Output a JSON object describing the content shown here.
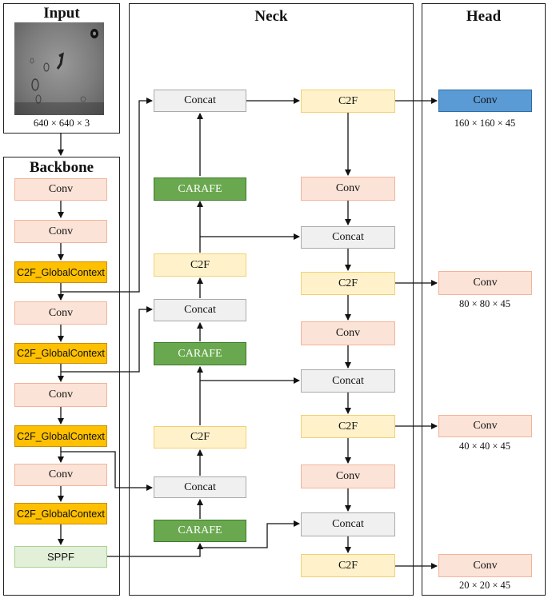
{
  "panels": {
    "input": "Input",
    "backbone": "Backbone",
    "neck": "Neck",
    "head": "Head"
  },
  "input_dim": "640 × 640 × 3",
  "backbone": {
    "conv1": "Conv",
    "conv2": "Conv",
    "c2fgc1": "C2F_GlobalContext",
    "conv3": "Conv",
    "c2fgc2": "C2F_GlobalContext",
    "conv4": "Conv",
    "c2fgc3": "C2F_GlobalContext",
    "conv5": "Conv",
    "c2fgc4": "C2F_GlobalContext",
    "sppf": "SPPF"
  },
  "neck": {
    "left": {
      "concat_top": "Concat",
      "carafe_top": "CARAFE",
      "c2f_upper": "C2F",
      "concat_mid": "Concat",
      "carafe_mid": "CARAFE",
      "c2f_lower": "C2F",
      "concat_low": "Concat",
      "carafe_low": "CARAFE"
    },
    "right": {
      "c2f_1": "C2F",
      "conv_1": "Conv",
      "concat_1": "Concat",
      "c2f_2": "C2F",
      "conv_2": "Conv",
      "concat_2": "Concat",
      "c2f_3": "C2F",
      "conv_3": "Conv",
      "concat_3": "Concat",
      "c2f_4": "C2F"
    }
  },
  "head": {
    "conv_1": "Conv",
    "dim_1": "160 × 160 × 45",
    "conv_2": "Conv",
    "dim_2": "80 × 80 × 45",
    "conv_3": "Conv",
    "dim_3": "40 × 40 × 45",
    "conv_4": "Conv",
    "dim_4": "20 × 20 × 45"
  },
  "colors": {
    "conv": "#fbe3d7",
    "c2f_globalcontext": "#fec000",
    "concat": "#f0f0f0",
    "c2f": "#fff2cb",
    "carafe": "#6aa84f",
    "sppf": "#e2f0d9",
    "head_conv_highlight": "#5b9bd5"
  }
}
